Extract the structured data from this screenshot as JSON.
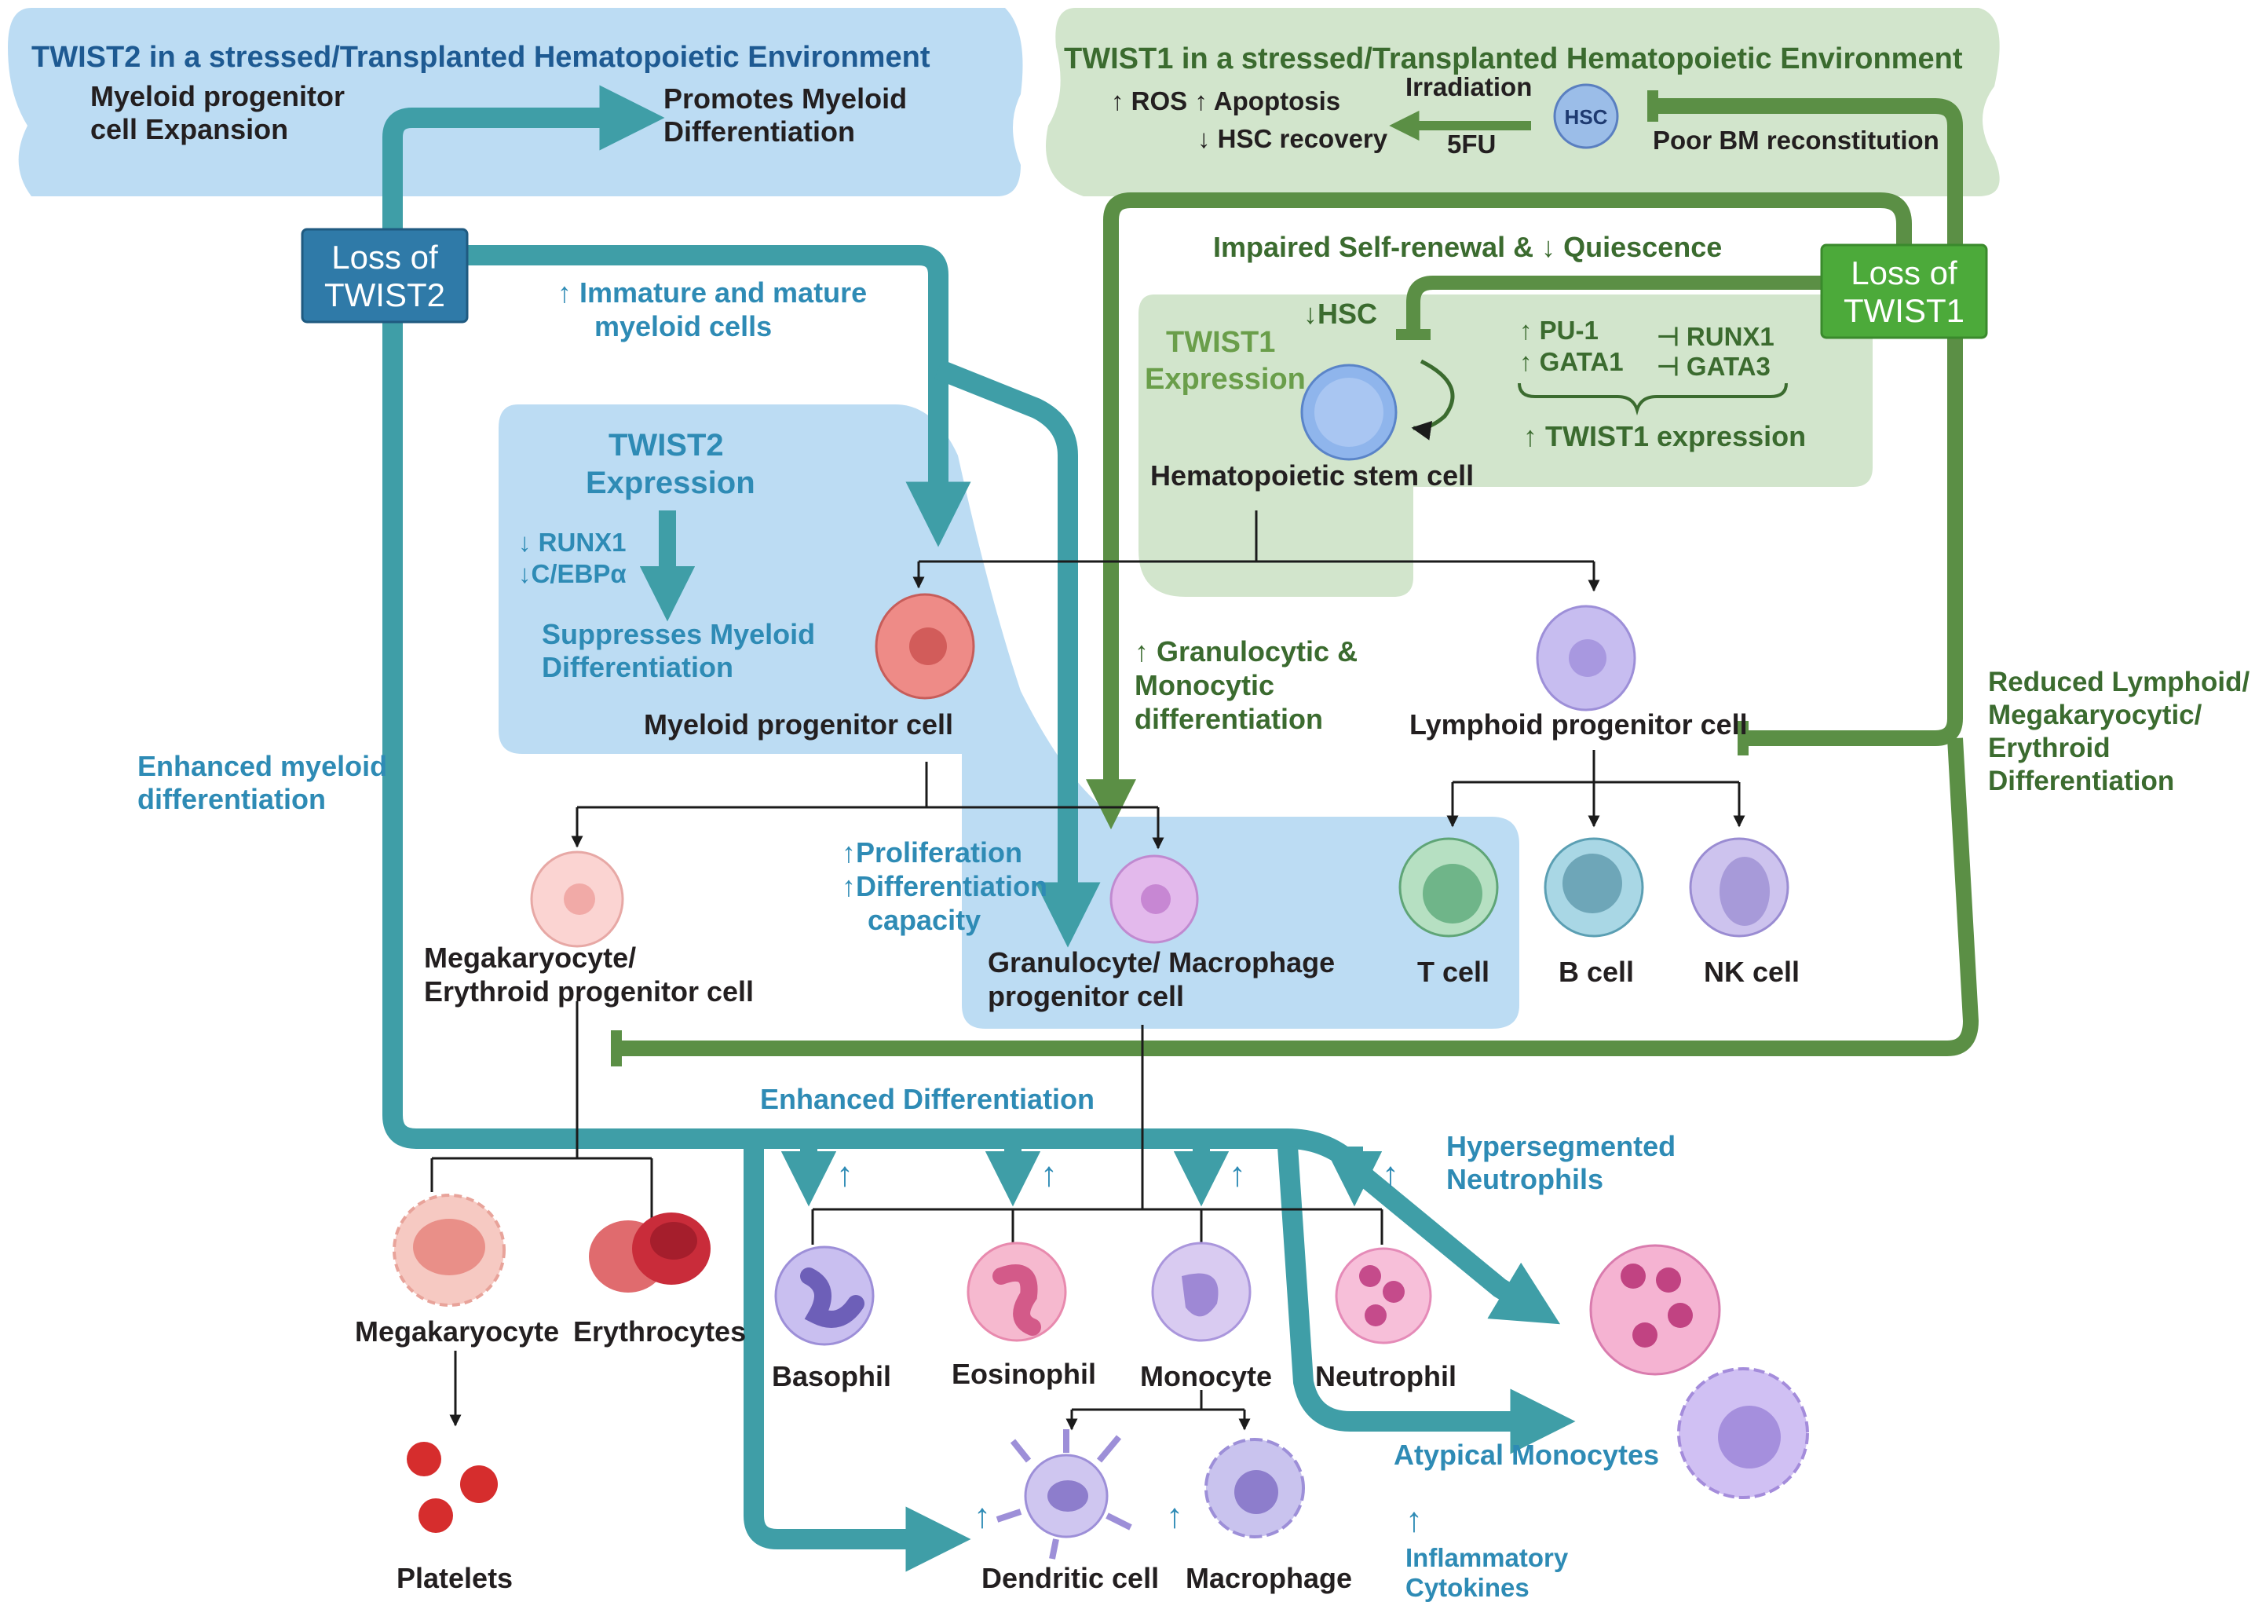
{
  "header_twist2": {
    "title": "TWIST2 in a stressed/Transplanted Hematopoietic Environment",
    "left_line1": "Myeloid progenitor",
    "left_line2": "cell Expansion",
    "right_line1": "Promotes Myeloid",
    "right_line2": "Differentiation"
  },
  "header_twist1": {
    "title": "TWIST1 in a stressed/Transplanted Hematopoietic Environment",
    "ros_line": "↑ ROS ↑ Apoptosis",
    "recovery_line": "↓ HSC recovery",
    "irradiation": "Irradiation",
    "fiveFU": "5FU",
    "hsc_badge": "HSC",
    "poor_bm": "Poor BM reconstitution"
  },
  "loss_twist2": {
    "line1": "Loss of",
    "line2": "TWIST2"
  },
  "loss_twist1": {
    "line1": "Loss of",
    "line2": "TWIST1"
  },
  "labels": {
    "immature_line1": "↑ Immature and mature",
    "immature_line2": "myeloid cells",
    "impaired": "Impaired Self-renewal & ↓ Quiescence",
    "down_hsc": "↓HSC",
    "twist1_expr_line1": "TWIST1",
    "twist1_expr_line2": "Expression",
    "pu1": "↑ PU-1",
    "gata1": "↑ GATA1",
    "runx1_inhib": "⊣ RUNX1",
    "gata3_inhib": "⊣ GATA3",
    "twist1_up": "↑ TWIST1 expression",
    "hsc_label": "Hematopoietic stem cell",
    "twist2_expr_line1": "TWIST2",
    "twist2_expr_line2": "Expression",
    "runx1_down": "↓ RUNX1",
    "cebpa_down": "↓C/EBPα",
    "suppress_line1": "Suppresses Myeloid",
    "suppress_line2": "Differentiation",
    "myeloid_prog": "Myeloid progenitor cell",
    "gran_mono_line1": "↑ Granulocytic &",
    "gran_mono_line2": "Monocytic",
    "gran_mono_line3": "differentiation",
    "lymphoid_prog": "Lymphoid progenitor cell",
    "reduced_line1": "Reduced Lymphoid/",
    "reduced_line2": "Megakaryocytic/",
    "reduced_line3": "Erythroid",
    "reduced_line4": "Differentiation",
    "enhanced_myeloid_line1": "Enhanced myeloid",
    "enhanced_myeloid_line2": "differentiation",
    "prolif_line1": "↑Proliferation",
    "prolif_line2": "↑Differentiation",
    "prolif_line3": "capacity",
    "mep_line1": "Megakaryocyte/",
    "mep_line2": "Erythroid progenitor cell",
    "gmp_line1": "Granulocyte/ Macrophage",
    "gmp_line2": "progenitor cell",
    "t_cell": "T cell",
    "b_cell": "B cell",
    "nk_cell": "NK cell",
    "enhanced_diff": "Enhanced Differentiation",
    "hyperseg_line1": "Hypersegmented",
    "hyperseg_line2": "Neutrophils",
    "megakaryocyte": "Megakaryocyte",
    "erythrocytes": "Erythrocytes",
    "basophil": "Basophil",
    "eosinophil": "Eosinophil",
    "monocyte": "Monocyte",
    "neutrophil": "Neutrophil",
    "atypical": "Atypical Monocytes",
    "platelets": "Platelets",
    "dendritic": "Dendritic cell",
    "macrophage": "Macrophage",
    "inflam_line1": "Inflammatory",
    "inflam_line2": "Cytokines",
    "up_arrow": "↑"
  },
  "colors": {
    "teal": "#3f9ea7",
    "green": "#5b8f45",
    "light_blue": "#bcdcf3",
    "light_green": "#d2e5cc"
  }
}
